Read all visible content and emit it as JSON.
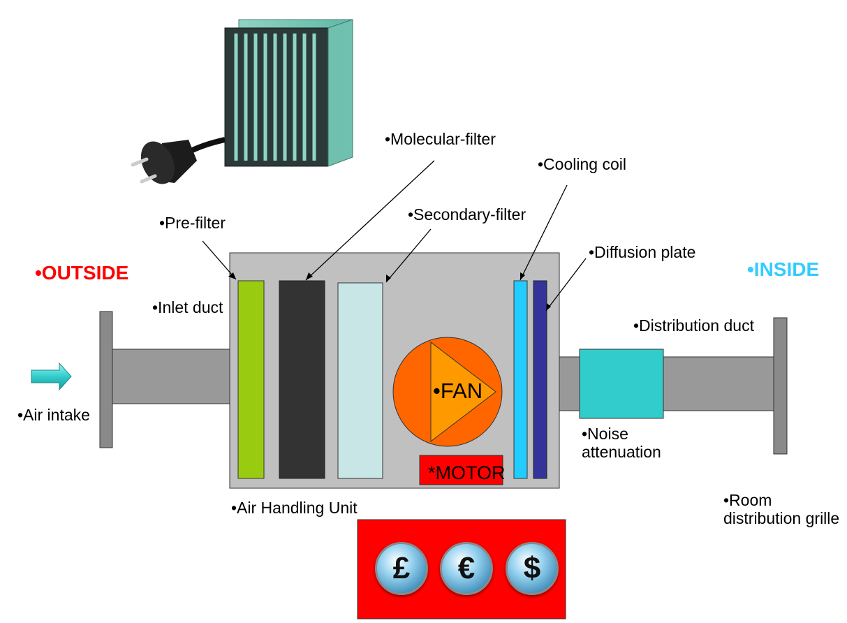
{
  "labels": {
    "outside": "•OUTSIDE",
    "inside": "•INSIDE",
    "air_intake": "•Air intake",
    "inlet_duct": "•Inlet duct",
    "pre_filter": "•Pre-filter",
    "molecular_filter": "•Molecular-filter",
    "secondary_filter": "•Secondary-filter",
    "cooling_coil": "•Cooling coil",
    "diffusion_plate": "•Diffusion plate",
    "distribution_duct": "•Distribution duct",
    "noise_attenuation": "•Noise\nattenuation",
    "room_grille": "•Room\ndistribution grille",
    "air_handling_unit": "•Air Handling Unit",
    "fan": "•FAN",
    "motor": "*MOTOR"
  },
  "currency": [
    "£",
    "€",
    "$"
  ],
  "colors": {
    "outside": "#ff0000",
    "inside": "#33ccff",
    "pre_filter": "#99cc11",
    "molecular_filter": "#333333",
    "secondary_filter": "#c8e6e6",
    "fan": "#ff6600",
    "cooling_coil": "#22ccff",
    "diffusion_plate": "#333399",
    "noise_attenuator": "#33cccc",
    "motor_box": "#ff0000",
    "currency_panel": "#ff0000",
    "unit_body": "#c0c0c0",
    "duct": "#999999"
  },
  "icons": {
    "product_image": "pocket-filter-with-plug",
    "air_intake": "right-arrow-icon"
  }
}
